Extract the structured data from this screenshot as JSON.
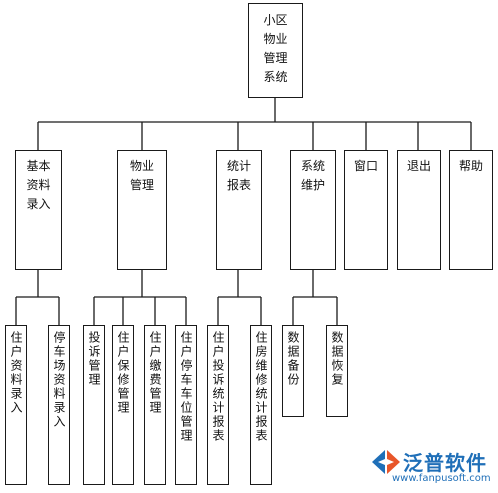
{
  "root": {
    "label": "小区\n物业\n管理\n系统"
  },
  "level1": [
    {
      "id": "basic",
      "label": "基本\n资料\n录入"
    },
    {
      "id": "property",
      "label": "物业\n管理"
    },
    {
      "id": "report",
      "label": "统计\n报表"
    },
    {
      "id": "maintenance",
      "label": "系统\n维护"
    },
    {
      "id": "window",
      "label": "窗口"
    },
    {
      "id": "exit",
      "label": "退出"
    },
    {
      "id": "help",
      "label": "帮助"
    }
  ],
  "level2": {
    "basic": [
      "住户资料录入",
      "停车场资料录入"
    ],
    "property": [
      "投诉管理",
      "住户保修管理",
      "住户缴费管理",
      "住户停车车位管理"
    ],
    "report": [
      "住户投诉统计报表",
      "住房维修统计报表"
    ],
    "maintenance": [
      "数据备份",
      "数据恢复"
    ]
  },
  "logo": {
    "name": "泛普软件",
    "url": "www.fanpusoft.com"
  },
  "colors": {
    "line": "#1a1a1a",
    "brand": "#1f6fb8",
    "brand_accent": "#e8562a"
  }
}
